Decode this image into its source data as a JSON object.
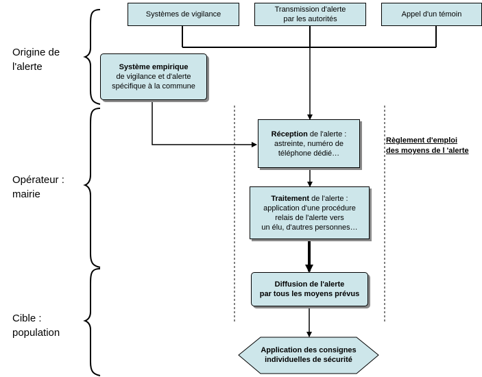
{
  "sections": {
    "origin": {
      "line1": "Origine de",
      "line2": "l'alerte"
    },
    "operator": {
      "line1": "Opérateur :",
      "line2": "mairie"
    },
    "target": {
      "line1": "Cible :",
      "line2": "population"
    }
  },
  "sources": {
    "vigilance": "Systèmes de vigilance",
    "authorities_l1": "Transmission d'alerte",
    "authorities_l2": "par les autorités",
    "witness": "Appel d'un témoin"
  },
  "empirical": {
    "title": "Système empirique",
    "line2": "de vigilance et d'alerte",
    "line3": "spécifique à la commune"
  },
  "reception": {
    "title": "Réception",
    "rest1": " de l'alerte :",
    "line2": "astreinte, numéro de",
    "line3": "téléphone dédié…"
  },
  "processing": {
    "title": "Traitement",
    "rest1": " de l'alerte :",
    "line2": "application d'une procédure",
    "line3": "relais de l'alerte vers",
    "line4": "un élu, d'autres personnes…"
  },
  "diffusion": {
    "line1": "Diffusion de l'alerte",
    "line2": "par tous les moyens prévus"
  },
  "application": {
    "line1": "Application des consignes",
    "line2": "individuelles de sécurité"
  },
  "rule": {
    "line1": "Règlement d'emploi",
    "line2": "des moyens de l 'alerte"
  }
}
